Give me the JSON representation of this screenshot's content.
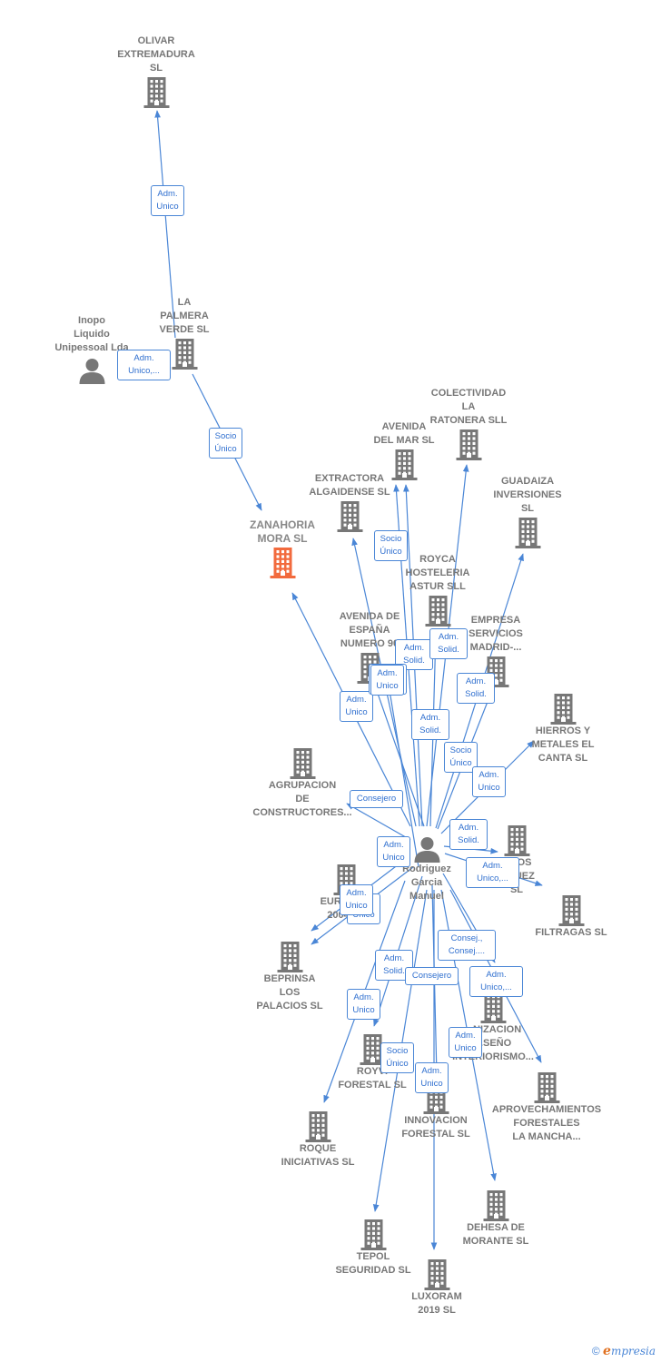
{
  "colors": {
    "edge": "#4a86d6",
    "building": "#777777",
    "highlight": "#f26a3d",
    "person": "#777777"
  },
  "nodes": [
    {
      "id": "olivar",
      "kind": "company",
      "label": "OLIVAR EXTREMADURA SL"
    },
    {
      "id": "palmera",
      "kind": "company",
      "label": "LA PALMERA VERDE SL"
    },
    {
      "id": "inopo",
      "kind": "person",
      "label": "Inopo Liquido Unipessoal Lda"
    },
    {
      "id": "zanahoria",
      "kind": "company",
      "label": "ZANAHORIA MORA SL",
      "highlight": true
    },
    {
      "id": "colectividad",
      "kind": "company",
      "label": "COLECTIVIDAD LA RATONERA SLL"
    },
    {
      "id": "avmar",
      "kind": "company",
      "label": "AVENIDA DEL MAR SL"
    },
    {
      "id": "extractora",
      "kind": "company",
      "label": "EXTRACTORA ALGAIDENSE SL"
    },
    {
      "id": "guadaiza",
      "kind": "company",
      "label": "GUADAIZA INVERSIONES SL"
    },
    {
      "id": "royca",
      "kind": "company",
      "label": "ROYCA HOSTELERIA ASTUR SLL"
    },
    {
      "id": "avespana",
      "kind": "company",
      "label": "AVENIDA DE ESPAÑA NUMERO 90 SL"
    },
    {
      "id": "empresa",
      "kind": "company",
      "label": "EMPRESA SERVICIOS MADRID-..."
    },
    {
      "id": "hierros",
      "kind": "company",
      "label": "HIERROS Y METALES EL CANTA SL"
    },
    {
      "id": "agrupacion",
      "kind": "company",
      "label": "AGRUPACION DE CONSTRUCTORES..."
    },
    {
      "id": "rodriguez",
      "kind": "person",
      "label": "Rodriguez Garcia Manuel"
    },
    {
      "id": "hnos",
      "kind": "company",
      "label": "...NOS ...GUEZ SL"
    },
    {
      "id": "euro",
      "kind": "company",
      "label": "EURO...DA 2004 SL"
    },
    {
      "id": "filtragas",
      "kind": "company",
      "label": "FILTRAGAS SL"
    },
    {
      "id": "beprinsa",
      "kind": "company",
      "label": "BEPRINSA LOS PALACIOS SL"
    },
    {
      "id": "organizacion",
      "kind": "company",
      "label": "...NIZACION ...SEÑO INTERIORISMO..."
    },
    {
      "id": "royvi",
      "kind": "company",
      "label": "ROYVI FORESTAL SL"
    },
    {
      "id": "aprovechamientos",
      "kind": "company",
      "label": "APROVECHAMIENTOS FORESTALES LA MANCHA..."
    },
    {
      "id": "innovacion",
      "kind": "company",
      "label": "INNOVACION FORESTAL SL"
    },
    {
      "id": "roque",
      "kind": "company",
      "label": "ROQUE INICIATIVAS SL"
    },
    {
      "id": "dehesa",
      "kind": "company",
      "label": "DEHESA DE MORANTE SL"
    },
    {
      "id": "tepol",
      "kind": "company",
      "label": "TEPOL SEGURIDAD SL"
    },
    {
      "id": "luxoram",
      "kind": "company",
      "label": "LUXORAM 2019 SL"
    }
  ],
  "edges": [
    {
      "from": "palmera",
      "to": "olivar",
      "label": "Adm. Unico"
    },
    {
      "from": "inopo",
      "to": "palmera",
      "label": "Adm. Unico,..."
    },
    {
      "from": "palmera",
      "to": "zanahoria",
      "label": "Socio Único"
    },
    {
      "from": "rodriguez",
      "to": "zanahoria",
      "label": "Adm. Unico"
    },
    {
      "from": "rodriguez",
      "to": "extractora",
      "label": "Adm. Unico"
    },
    {
      "from": "rodriguez",
      "to": "avmar",
      "label": "Socio Único"
    },
    {
      "from": "rodriguez",
      "to": "avmar",
      "label": "Adm. Solid."
    },
    {
      "from": "rodriguez",
      "to": "colectividad",
      "label": "Adm. Solid."
    },
    {
      "from": "rodriguez",
      "to": "guadaiza",
      "label": "Adm. Solid."
    },
    {
      "from": "rodriguez",
      "to": "royca",
      "label": "Adm. Solid."
    },
    {
      "from": "rodriguez",
      "to": "avespana",
      "label": "Adm. Solid."
    },
    {
      "from": "rodriguez",
      "to": "empresa",
      "label": "Socio Único"
    },
    {
      "from": "rodriguez",
      "to": "hierros",
      "label": "Adm. Unico"
    },
    {
      "from": "rodriguez",
      "to": "agrupacion",
      "label": "Consejero"
    },
    {
      "from": "rodriguez",
      "to": "hnos",
      "label": "Adm. Solid."
    },
    {
      "from": "rodriguez",
      "to": "filtragas",
      "label": "Adm. Unico,..."
    },
    {
      "from": "rodriguez",
      "to": "euro",
      "label": "Adm. Unico"
    },
    {
      "from": "rodriguez",
      "to": "beprinsa",
      "label": "Adm. Unico"
    },
    {
      "from": "rodriguez",
      "to": "organizacion",
      "label": "Consej., Consej...."
    },
    {
      "from": "rodriguez",
      "to": "aprovechamientos",
      "label": "Adm. Unico,..."
    },
    {
      "from": "rodriguez",
      "to": "royvi",
      "label": "Adm. Solid."
    },
    {
      "from": "rodriguez",
      "to": "innovacion",
      "label": "Consejero"
    },
    {
      "from": "rodriguez",
      "to": "roque",
      "label": "Adm. Unico"
    },
    {
      "from": "rodriguez",
      "to": "dehesa",
      "label": "Adm. Unico"
    },
    {
      "from": "rodriguez",
      "to": "tepol",
      "label": "Socio Único"
    },
    {
      "from": "rodriguez",
      "to": "luxoram",
      "label": "Adm. Unico"
    },
    {
      "from": "rodriguez",
      "to": "avespana",
      "label": "Adm. Unico"
    }
  ],
  "footer": {
    "copyright": "©",
    "brand_e": "e",
    "brand_rest": "mpresia"
  }
}
